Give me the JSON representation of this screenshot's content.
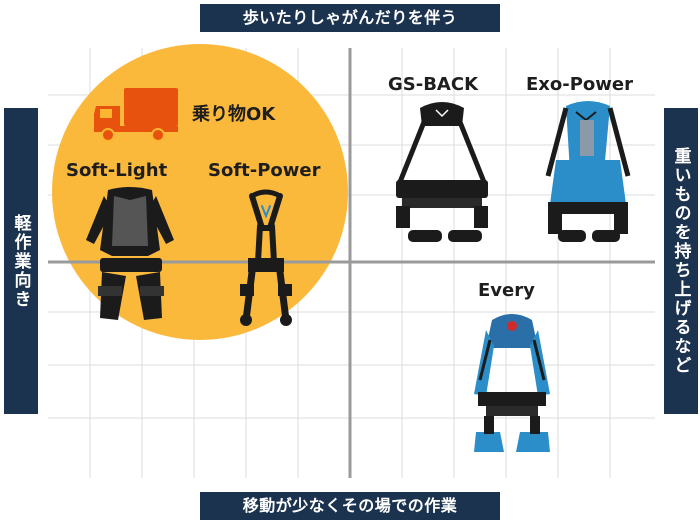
{
  "axes": {
    "top": "歩いたりしゃがんだりを伴う",
    "bottom": "移動が少なくその場での作業",
    "left": "軽作業向き",
    "right": "重いものを持ち上げるなど"
  },
  "highlight": {
    "label": "乗り物OK",
    "icon": "truck-icon",
    "color": "#fbb531"
  },
  "products": {
    "soft_light": {
      "name": "Soft-Light"
    },
    "soft_power": {
      "name": "Soft-Power"
    },
    "gs_back": {
      "name": "GS-BACK"
    },
    "exo_power": {
      "name": "Exo-Power"
    },
    "every": {
      "name": "Every"
    }
  },
  "colors": {
    "label_bg": "#1c3350",
    "grid": "#dcdcdc",
    "axis_line": "#9a9a9a",
    "suit_blue": "#2b8ec8",
    "suit_black": "#1b1b1b"
  }
}
